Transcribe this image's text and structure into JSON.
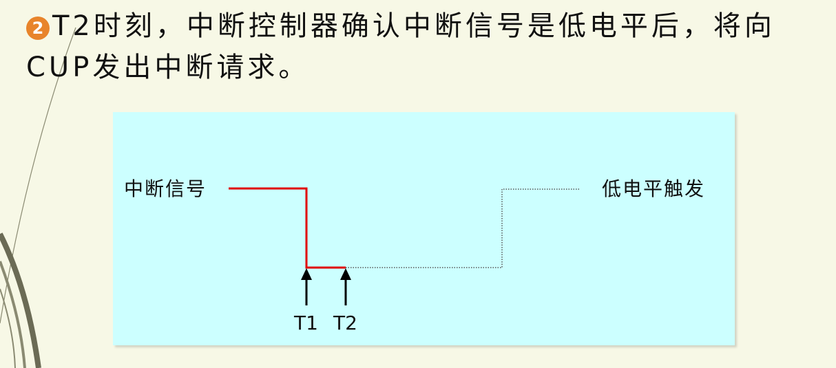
{
  "slide": {
    "step_badge": "2",
    "heading": "T2时刻，中断控制器确认中断信号是低电平后，将向CUP发出中断请求。"
  },
  "diagram": {
    "signal_label": "中断信号",
    "trigger_label": "低电平触发",
    "time_markers": [
      "T1",
      "T2"
    ],
    "colors": {
      "background": "#ccffff",
      "active_signal": "#e00000",
      "pending_signal": "#555555",
      "arrow": "#000000"
    }
  }
}
